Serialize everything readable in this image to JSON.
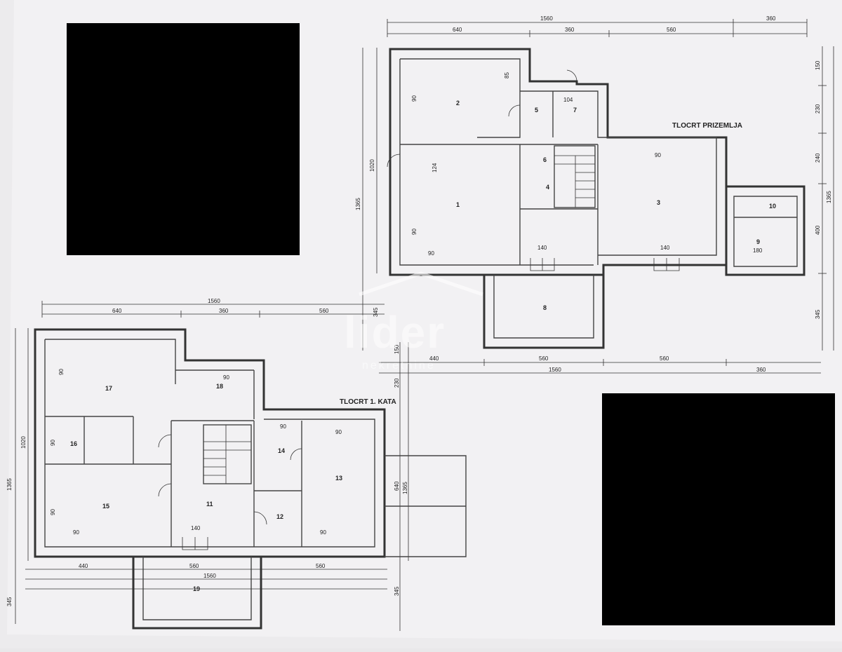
{
  "plans": {
    "ground": {
      "title": "TLOCRT PRIZEMLJA",
      "top_dims": [
        "1560",
        "640",
        "360",
        "560",
        "360"
      ],
      "bottom_dims": [
        "440",
        "560",
        "560",
        "1560",
        "360"
      ],
      "left_dims": [
        "1365",
        "1020"
      ],
      "right_dims": [
        "150",
        "230",
        "240",
        "400",
        "1365",
        "345"
      ],
      "rooms": [
        "1",
        "2",
        "3",
        "4",
        "5",
        "6",
        "7",
        "8",
        "9",
        "10"
      ],
      "marks": [
        "90",
        "85",
        "104",
        "124",
        "90",
        "90",
        "140",
        "140",
        "90",
        "180"
      ]
    },
    "first": {
      "title": "TLOCRT 1. KATA",
      "top_dims": [
        "1560",
        "640",
        "360",
        "560",
        "345"
      ],
      "bottom_dims": [
        "440",
        "560",
        "560",
        "1560"
      ],
      "left_dims": [
        "1365",
        "1020",
        "345"
      ],
      "right_dims": [
        "150",
        "230",
        "640",
        "1365",
        "345"
      ],
      "rooms": [
        "11",
        "12",
        "13",
        "14",
        "15",
        "16",
        "17",
        "18",
        "19"
      ],
      "marks": [
        "90",
        "90",
        "90",
        "90",
        "90",
        "90",
        "90",
        "140",
        "90"
      ]
    }
  },
  "watermark": {
    "brand": "lider",
    "sub": "nekretnine"
  },
  "colors": {
    "paper": "#f1f0f2",
    "line": "#333333",
    "redaction": "#000000"
  }
}
